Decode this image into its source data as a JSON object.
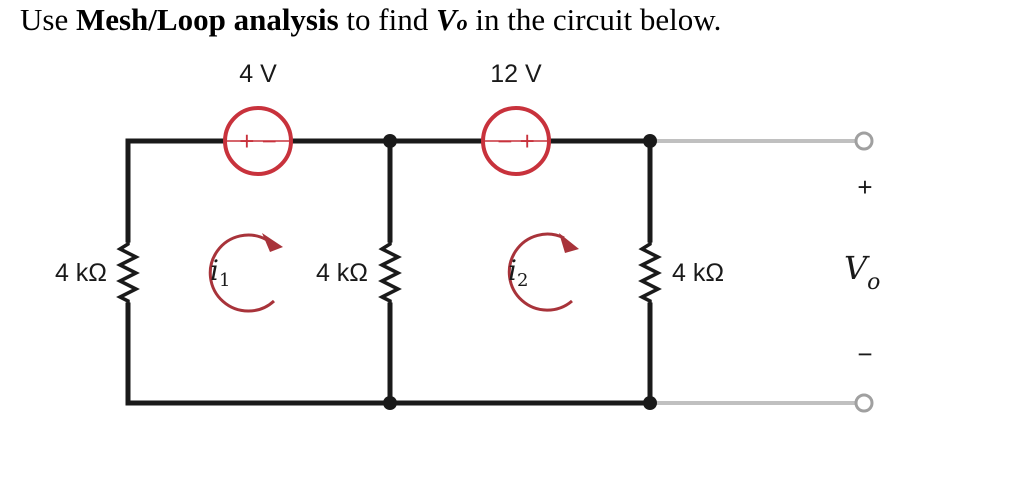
{
  "question": {
    "prefix": "Use ",
    "method": "Mesh/Loop analysis",
    "middle": " to find ",
    "target_main": "V",
    "target_sub": "o",
    "suffix": " in the circuit below."
  },
  "circuit": {
    "sources": [
      {
        "label": "4 V",
        "polarity": "+ −"
      },
      {
        "label": "12 V",
        "polarity": "− +"
      }
    ],
    "resistors": [
      {
        "label": "4 kΩ"
      },
      {
        "label": "4 kΩ"
      },
      {
        "label": "4 kΩ"
      }
    ],
    "mesh_currents": [
      {
        "label": "i",
        "sub": "1"
      },
      {
        "label": "i",
        "sub": "2"
      }
    ],
    "output": {
      "plus": "+",
      "minus": "−",
      "label_main": "V",
      "label_sub": "o"
    },
    "colors": {
      "wire": "#1a1a1a",
      "output_wire": "#c0c0c0",
      "source_ring": "#c8323c",
      "arrow": "#a8333a"
    }
  }
}
